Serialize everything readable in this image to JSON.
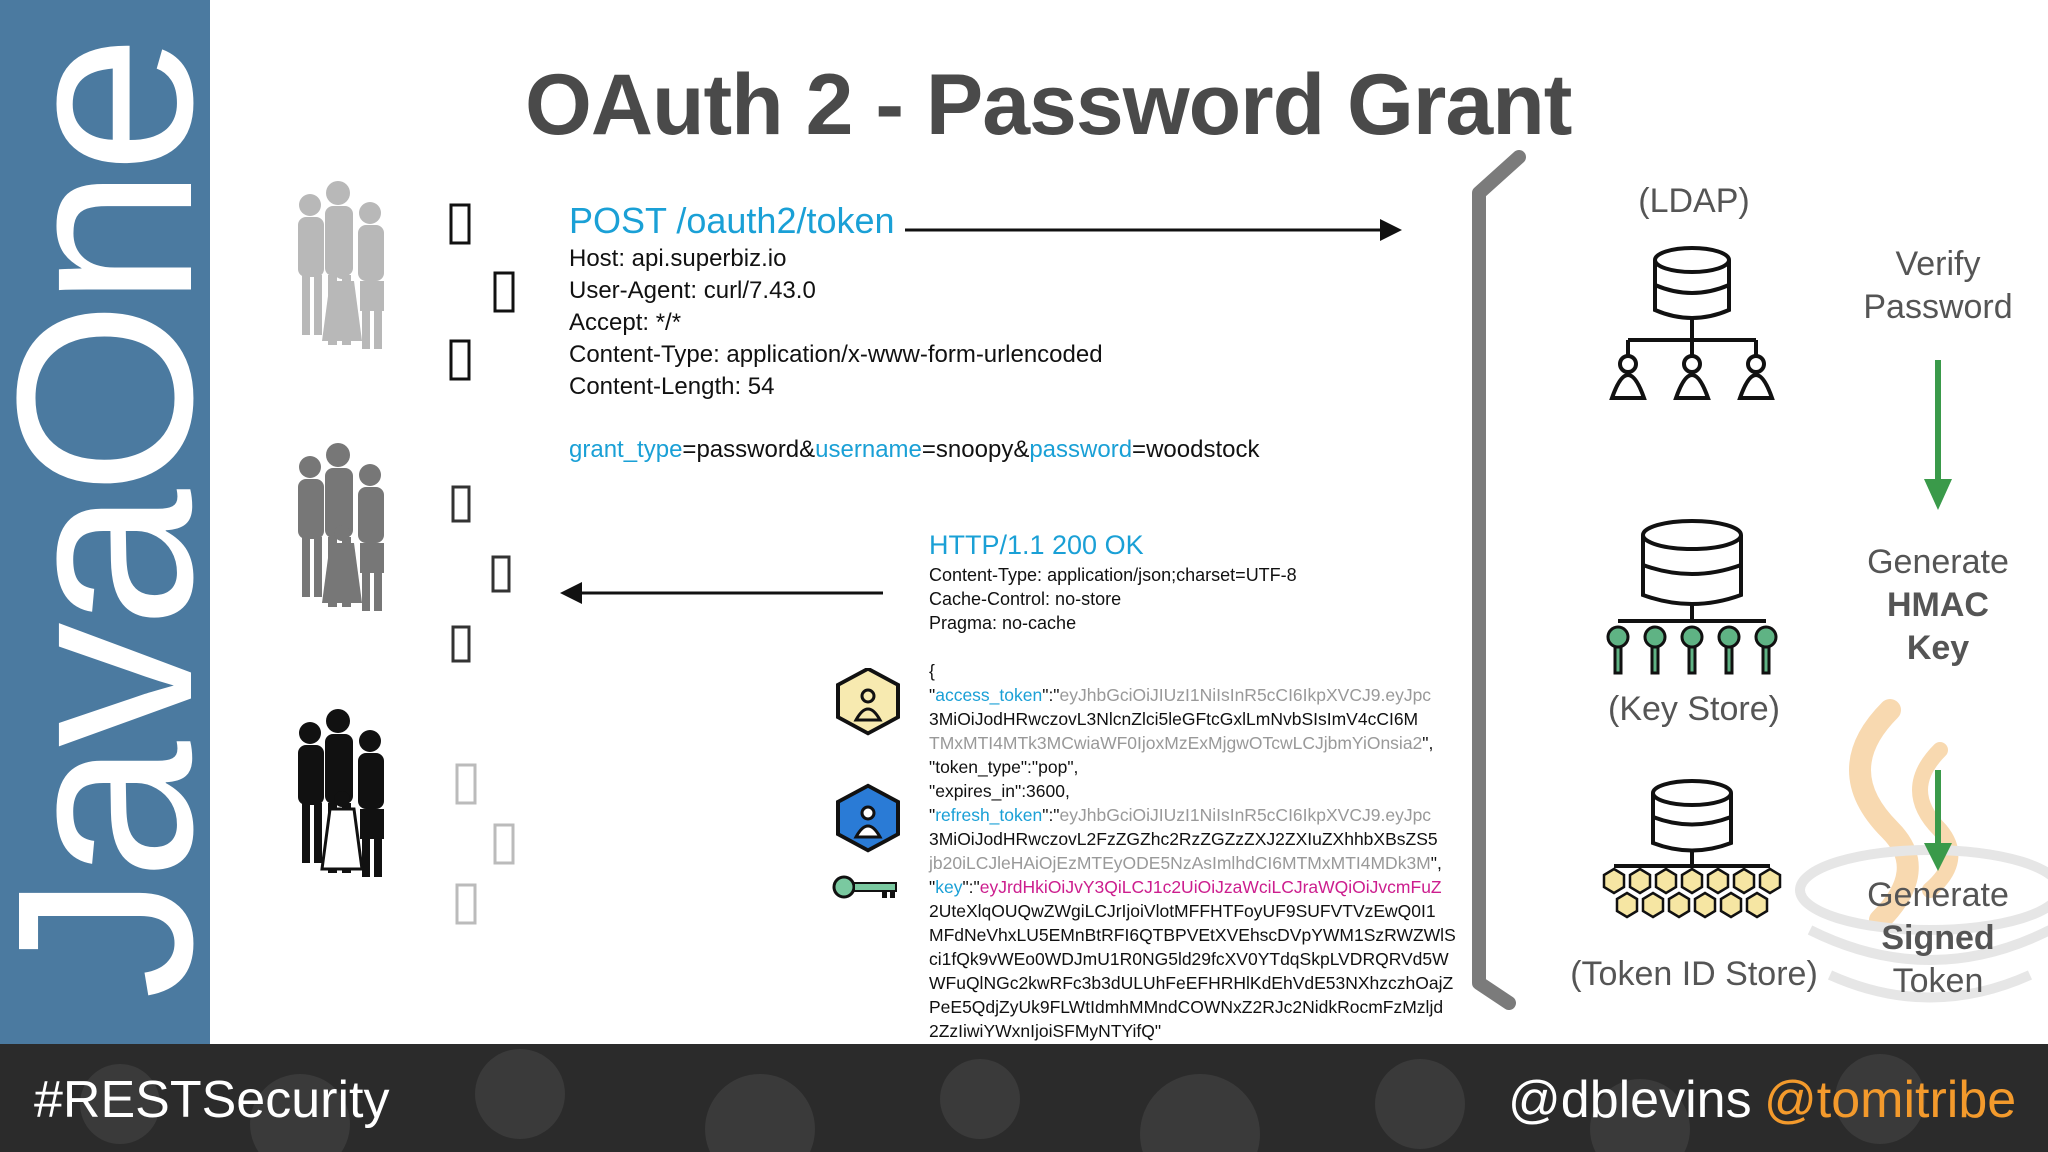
{
  "sidebar": {
    "brand": "JavaOne"
  },
  "slide": {
    "title": "OAuth 2 - Password Grant"
  },
  "request": {
    "line": "POST /oauth2/token",
    "headers": [
      "Host: api.superbiz.io",
      "User-Agent: curl/7.43.0",
      "Accept: */*",
      "Content-Type: application/x-www-form-urlencoded",
      "Content-Length: 54"
    ],
    "body": {
      "k1": "grant_type",
      "v1": "=password&",
      "k2": "username",
      "v2": "=snoopy&",
      "k3": "password",
      "v3": "=woodstock"
    }
  },
  "response": {
    "status": "HTTP/1.1 200 OK",
    "headers": [
      "Content-Type: application/json;charset=UTF-8",
      "Cache-Control: no-store",
      "Pragma: no-cache"
    ],
    "open_brace": "{",
    "access_token_key": "access_token",
    "access_token_value": [
      "eyJhbGciOiJIUzI1NiIsInR5cCI6IkpXVCJ9.eyJpc",
      "3MiOiJodHRwczovL3NlcnZlci5leGFtcGxlLmNvbSIsImV4cCI6M",
      "TMxMTI4MTk3MCwiaWF0IjoxMzExMjgwOTcwLCJjbmYiOnsia2"
    ],
    "token_type_line": "\"token_type\":\"pop\",",
    "expires_line": "\"expires_in\":3600,",
    "refresh_token_key": "refresh_token",
    "refresh_token_value": [
      "eyJhbGciOiJIUzI1NiIsInR5cCI6IkpXVCJ9.eyJpc",
      "3MiOiJodHRwczovL2FzZGZhc2RzZGZzZXJ2ZXIuZXhhbXBsZS5",
      "jb20iLCJleHAiOjEzMTEyODE5NzAsImlhdCI6MTMxMTI4MDk3M"
    ],
    "key_key": "key",
    "key_value": [
      "eyJrdHkiOiJvY3QiLCJ1c2UiOiJzaWciLCJraWQiOiJvcmFuZ",
      "2UteXlqOUQwZWgiLCJrIjoiVlotMFFHTFoyUF9SUFVTVzEwQ0I1",
      "MFdNeVhxLU5EMnBtRFI6QTBPVEtXVEhscDVpYWM1SzRWZWlS",
      "ci1fQk9vWEo0WDJmU1R0NG5ld29fcXV0YTdqSkpLVDRQRVd5W",
      "WFuQlNGc2kwRFc3b3dULUhFeEFHRHlKdEhVdE53NXhzczhOajZ",
      "PeE5QdjZyUk9FLWtIdmhMMndCOWNxZ2RJc2NidkRocmFzMzljd",
      "2ZzIiwiYWxnIjoiSFMyNTYifQ\""
    ]
  },
  "right": {
    "ldap": "(LDAP)",
    "keystore": "(Key Store)",
    "tokenstore": "(Token ID Store)",
    "verify": [
      "Verify",
      "Password"
    ],
    "gen_hmac": [
      "Generate",
      "HMAC",
      "Key"
    ],
    "gen_signed": [
      "Generate",
      "Signed",
      "Token"
    ]
  },
  "footer": {
    "hashtag": "#RESTSecurity",
    "handle1": "@dblevins",
    "handle2": "@tomitribe"
  },
  "colors": {
    "sidebar": "#4b7aa0",
    "link_blue": "#1aa0d6",
    "key_pink": "#cc1e8e",
    "accent_orange": "#f39a2c",
    "arrow_green": "#3a9a4a"
  },
  "icons": {
    "family": "family-silhouette-icon",
    "phone": "phone-glyph-icon",
    "database": "database-icon",
    "user": "user-icon",
    "key": "key-icon",
    "hexagon": "hexagon-icon"
  }
}
